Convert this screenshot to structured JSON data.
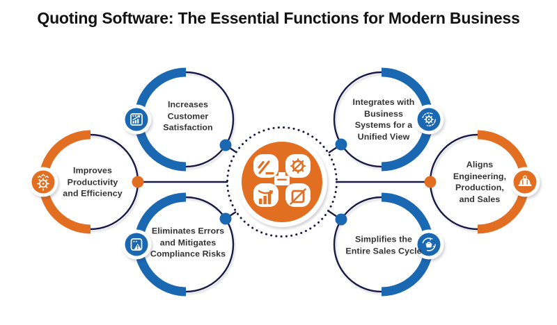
{
  "title": "Quoting Software: The Essential Functions for Modern Business",
  "colors": {
    "orange": "#E26E22",
    "blue": "#1A67B2",
    "navy": "#191A45",
    "title_text": "#121212",
    "label_text": "#333333",
    "background": "#FFFFFF"
  },
  "hub": {
    "icon": "quoting-tools-clover-icon",
    "style": "orange circle inside dotted navy ring"
  },
  "nodes": [
    {
      "id": "improves-productivity",
      "position": "left",
      "accent": "orange",
      "icon": "productivity-gear-arrows-icon",
      "label": "Improves\nProductivity\nand Efficiency"
    },
    {
      "id": "increases-customer-satisfaction",
      "position": "top-left",
      "accent": "blue",
      "icon": "growth-chart-icon",
      "label": "Increases\nCustomer\nSatisfaction"
    },
    {
      "id": "eliminates-errors",
      "position": "bottom-left",
      "accent": "blue",
      "icon": "document-warning-icon",
      "label": "Eliminates Errors\nand Mitigates\nCompliance Risks"
    },
    {
      "id": "integrates-business-systems",
      "position": "top-right",
      "accent": "blue",
      "icon": "system-sync-gear-icon",
      "label": "Integrates with\nBusiness\nSystems for a\nUnified View"
    },
    {
      "id": "simplifies-sales-cycle",
      "position": "bottom-right",
      "accent": "blue",
      "icon": "sales-cycle-basket-icon",
      "label": "Simplifies the\nEntire Sales Cycle"
    },
    {
      "id": "aligns-engineering-production-sales",
      "position": "right",
      "accent": "orange",
      "icon": "engineer-hard-hat-icon",
      "label": "Aligns Engineering,\nProduction,\nand Sales"
    }
  ]
}
